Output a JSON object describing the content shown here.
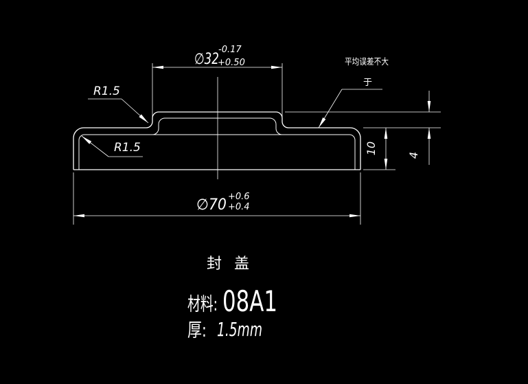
{
  "colors": {
    "background": "#000000",
    "line": "#ffffff"
  },
  "drawing": {
    "dim_top_diameter": {
      "value": "∅32",
      "tol_upper": "-0.17",
      "tol_lower": "+0.50"
    },
    "dim_bottom_diameter": {
      "value": "∅70",
      "tol_upper": "+0.6",
      "tol_lower": "+0.4"
    },
    "dim_flange_height": {
      "value": "10"
    },
    "dim_step_height": {
      "value": "4"
    },
    "radius_callouts": {
      "step": "R1.5",
      "corner": "R1.5"
    },
    "note": {
      "line1": "平均误差不大",
      "line2": "于"
    }
  },
  "title_block": {
    "part_name": "封  盖",
    "material_label": "材料:",
    "material_value": "08A1",
    "thickness_label": "厚:",
    "thickness_value": "1.5mm"
  }
}
